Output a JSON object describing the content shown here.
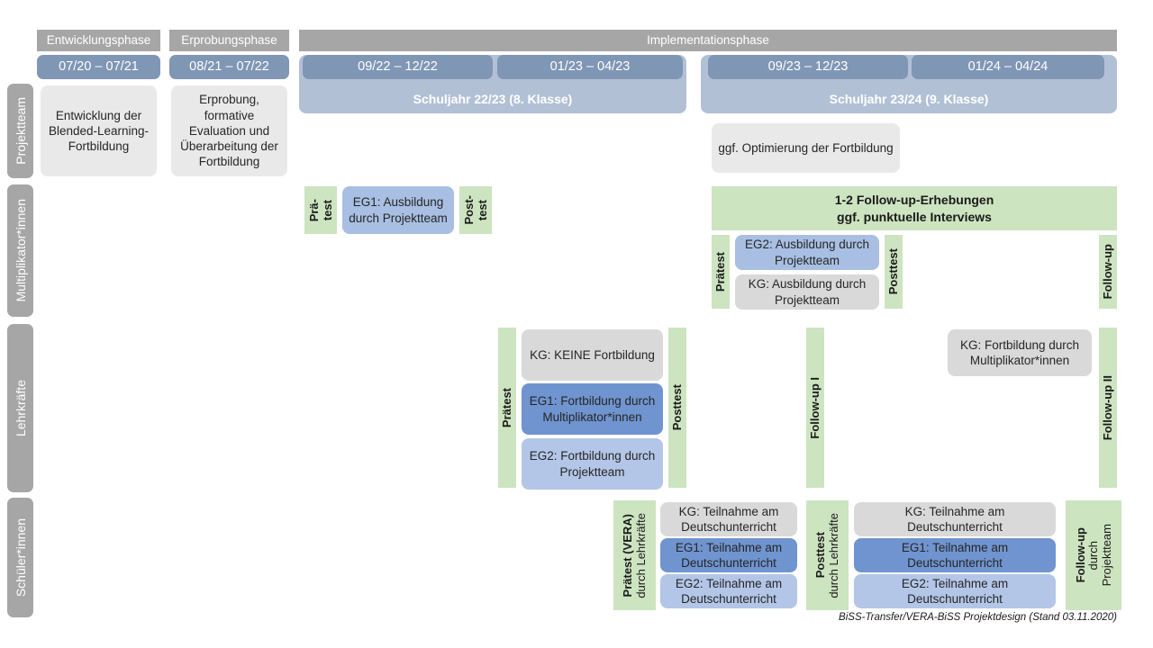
{
  "footer": {
    "text": "BiSS-Transfer/VERA-BiSS Projektdesign (Stand 03.11.2020)"
  },
  "row_labels": [
    {
      "label": "Projektteam"
    },
    {
      "label": "Multiplikator*innen"
    },
    {
      "label": "Lehrkräfte"
    },
    {
      "label": "Schüler*innen"
    }
  ],
  "phases": [
    {
      "label": "Entwicklungsphase"
    },
    {
      "label": "Erprobungsphase"
    },
    {
      "label": "Implementationsphase"
    }
  ],
  "date_chips": [
    {
      "label": "07/20 – 07/21"
    },
    {
      "label": "08/21 – 07/22"
    },
    {
      "label": "09/22 – 12/22"
    },
    {
      "label": "01/23 – 04/23"
    },
    {
      "label": "09/23 – 12/23"
    },
    {
      "label": "01/24 – 04/24"
    }
  ],
  "year_bands": [
    {
      "label": "Schuljahr 22/23 (8. Klasse)"
    },
    {
      "label": "Schuljahr 23/24 (9. Klasse)"
    }
  ],
  "projektteam": {
    "entwicklung": "Entwicklung der Blended-Learning-Fortbildung",
    "erprobung": "Erprobung, formative Evaluation und Überarbeitung der Fortbildung",
    "optimierung": "ggf. Optimierung der Fortbildung"
  },
  "multiplikatoren": {
    "praetest_l1": "Prä-",
    "praetest_l2": "test",
    "posttest_l1": "Post-",
    "posttest_l2": "test",
    "eg1_ausbildung": "EG1: Ausbildung durch Projektteam",
    "followup_banner_l1": "1-2 Follow-up-Erhebungen",
    "followup_banner_l2": "ggf. punktuelle Interviews",
    "praetest2": "Prätest",
    "posttest2": "Posttest",
    "eg2_ausbildung": "EG2: Ausbildung durch Projektteam",
    "kg_ausbildung": "KG: Ausbildung durch Projektteam",
    "followup": "Follow-up"
  },
  "lehrkraefte": {
    "praetest": "Prätest",
    "posttest": "Posttest",
    "kg_keine": "KG:  KEINE Fortbildung",
    "eg1_mult": "EG1: Fortbildung durch Multiplikator*innen",
    "eg2_pt": "EG2: Fortbildung durch Projektteam",
    "followup1": "Follow-up I",
    "followup2": "Follow-up II",
    "kg_mult": "KG: Fortbildung durch Multiplikator*innen"
  },
  "schueler": {
    "praetest_bold": "Prätest (VERA)",
    "praetest_reg": "durch Lehrkräfte",
    "posttest_bold": "Posttest",
    "posttest_reg": "durch Lehrkräfte",
    "followup_bold": "Follow-up",
    "followup_reg1": "durch",
    "followup_reg2": "Projektteam",
    "kg": "KG: Teilnahme am Deutschunterricht",
    "eg1": "EG1: Teilnahme am Deutschunterricht",
    "eg2": "EG2: Teilnahme am Deutschunterricht"
  },
  "colors": {
    "grey_label": "#a6a6a6",
    "date_blue": "#7f96b5",
    "year_blue": "#b2c0d6",
    "eg1_blue": "#6f94cf",
    "eg2_blue": "#b3c6e7",
    "kg_grey": "#d9d9d9",
    "green": "#cde4c0"
  }
}
